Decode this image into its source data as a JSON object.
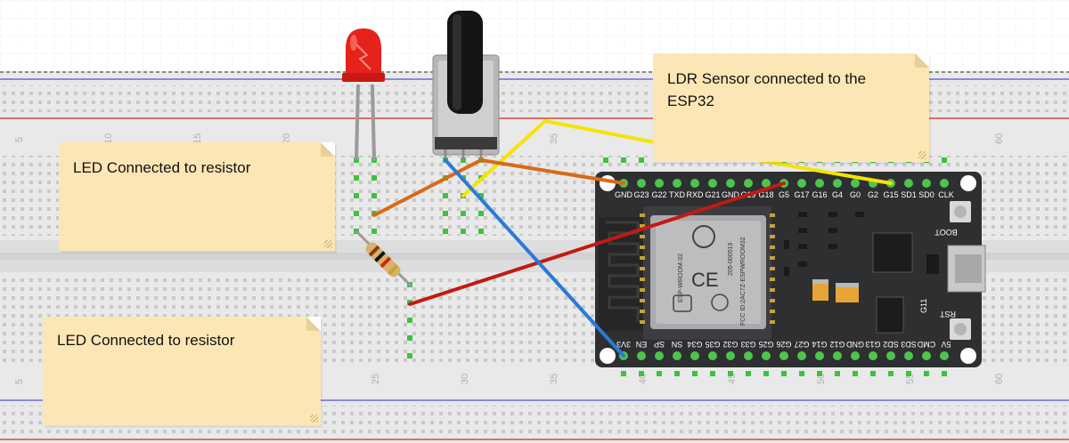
{
  "notes": {
    "ldr": "LDR Sensor connected to the ESP32",
    "led_top": "LED Connected to resistor",
    "led_bottom": "LED Connected to resistor"
  },
  "board": {
    "top_pins": [
      "GND",
      "G23",
      "G22",
      "TXD",
      "RXD",
      "G21",
      "GND",
      "G19",
      "G18",
      "G5",
      "G17",
      "G16",
      "G4",
      "G0",
      "G2",
      "G15",
      "SD1",
      "SD0",
      "CLK"
    ],
    "bottom_pins": [
      "3V3",
      "EN",
      "SP",
      "SN",
      "G34",
      "G35",
      "G32",
      "G33",
      "G25",
      "G26",
      "G27",
      "G14",
      "G12",
      "GND",
      "G13",
      "SD2",
      "SD3",
      "CMD",
      "5V"
    ],
    "module_text": [
      "ESP-WROOM-32",
      "205-000519",
      "FCC ID:2AC7Z-ESPWROOM32"
    ],
    "button_boot": "BOOT",
    "button_rst": "RST",
    "pin_label": "G11"
  },
  "breadboard": {
    "column_numbers": [
      "5",
      "10",
      "15",
      "20",
      "25",
      "30",
      "35",
      "40",
      "45",
      "50",
      "55",
      "60"
    ]
  },
  "colors": {
    "wire_yellow": "#f5e400",
    "wire_orange": "#d86a16",
    "wire_red": "#c31a12",
    "wire_blue": "#2a7ad8",
    "led_red": "#e5231b",
    "note_bg": "#fde6b5",
    "board_bg": "#2e2f31"
  }
}
